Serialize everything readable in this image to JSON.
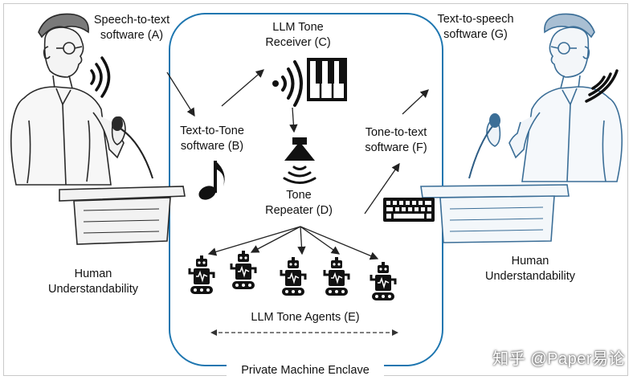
{
  "labels": {
    "speech_to_text": [
      "Speech-to-text",
      "software (A)"
    ],
    "llm_tone_receiver": [
      "LLM Tone",
      "Receiver (C)"
    ],
    "text_to_speech": [
      "Text-to-speech",
      "software (G)"
    ],
    "text_to_tone": [
      "Text-to-Tone",
      "software (B)"
    ],
    "tone_to_text": [
      "Tone-to-text",
      "software (F)"
    ],
    "tone_repeater": [
      "Tone",
      "Repeater (D)"
    ],
    "human_left": [
      "Human",
      "Understandability"
    ],
    "human_right": [
      "Human",
      "Understandability"
    ],
    "llm_tone_agents": "LLM Tone Agents (E)",
    "enclave": "Private Machine Enclave"
  },
  "watermark": "知乎 @Paper易论",
  "icons": [
    "speaker-left-person-icon",
    "sound-waves-icon",
    "piano-keys-icon",
    "music-note-icon",
    "loudspeaker-icon",
    "keyboard-icon",
    "robot-icon",
    "speaker-right-person-icon"
  ],
  "colors": {
    "enclave_border": "#1e76b0",
    "right_speaker_tint": "#3b6e97"
  }
}
